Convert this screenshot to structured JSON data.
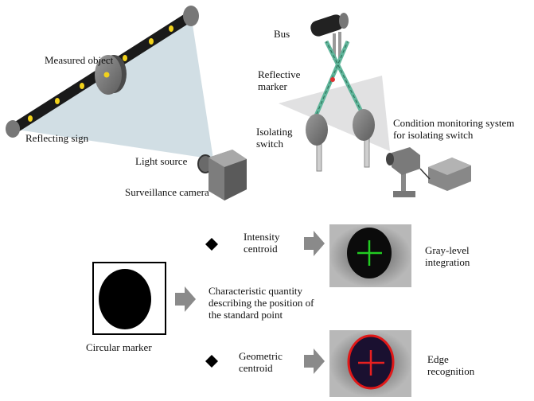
{
  "top_left_panel": {
    "measured_object": "Measured object",
    "reflecting_sign": "Reflecting sign",
    "light_source": "Light source",
    "surveillance_camera": "Surveillance camera"
  },
  "top_right_panel": {
    "bus": "Bus",
    "reflective_marker": "Reflective\nmarker",
    "isolating_switch": "Isolating\nswitch",
    "condition_monitoring": "Condition monitoring system\nfor isolating switch"
  },
  "bottom_panel": {
    "circular_marker": "Circular marker",
    "characteristic_quantity": "Characteristic quantity\ndescribing the position of\nthe standard point",
    "intensity_centroid": "Intensity\ncentroid",
    "gray_level_integration": "Gray-level\nintegration",
    "geometric_centroid": "Geometric\ncentroid",
    "edge_recognition": "Edge\nrecognition"
  },
  "colors": {
    "beam": "#c9d8df",
    "rod": "#1a1a1a",
    "reflector": "#f2d21b",
    "arrow": "#8a8a8a",
    "green_cross": "#22cc22",
    "red_cross": "#e82020",
    "red_edge": "#e01818",
    "switch_arm": "#5fb59a"
  }
}
